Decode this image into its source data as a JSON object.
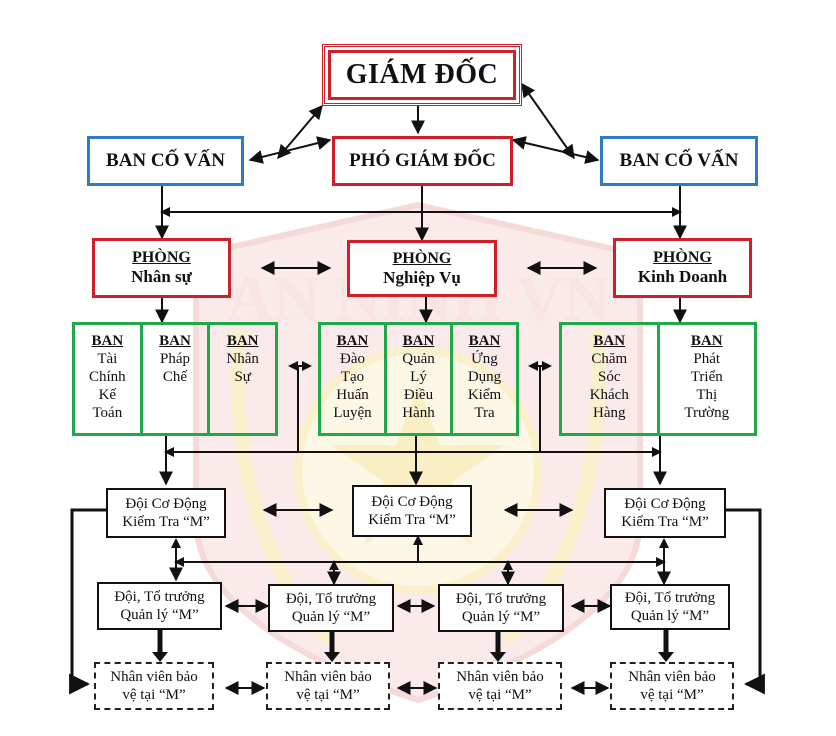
{
  "watermark": {
    "text": "AN NINH VN"
  },
  "giam_doc": "GIÁM ĐỐC",
  "pho_giam_doc": "PHÓ GIÁM ĐỐC",
  "ban_co_van_left": "BAN CỐ VẤN",
  "ban_co_van_right": "BAN CỐ VẤN",
  "phong": [
    {
      "head": "PHÒNG",
      "name": "Nhân sự"
    },
    {
      "head": "PHÒNG",
      "name": "Nghiệp Vụ"
    },
    {
      "head": "PHÒNG",
      "name": "Kinh Doanh"
    }
  ],
  "ban_groups": [
    [
      {
        "head": "BAN",
        "lines": [
          "Tài",
          "Chính",
          "Kế",
          "Toán"
        ]
      },
      {
        "head": "BAN",
        "lines": [
          "Pháp",
          "Chế"
        ]
      },
      {
        "head": "BAN",
        "lines": [
          "Nhân",
          "Sự"
        ]
      }
    ],
    [
      {
        "head": "BAN",
        "lines": [
          "Đào",
          "Tạo",
          "Huấn",
          "Luyện"
        ]
      },
      {
        "head": "BAN",
        "lines": [
          "Quản",
          "Lý",
          "Điều",
          "Hành"
        ]
      },
      {
        "head": "BAN",
        "lines": [
          "Ứng",
          "Dụng",
          "Kiểm",
          "Tra"
        ]
      }
    ],
    [
      {
        "head": "BAN",
        "lines": [
          "Chăm",
          "Sóc",
          "Khách",
          "Hàng"
        ]
      },
      {
        "head": "BAN",
        "lines": [
          "Phát",
          "Triển",
          "Thị",
          "Trường"
        ]
      }
    ]
  ],
  "doi_co_dong": [
    {
      "line1": "Đội Cơ Động",
      "line2": "Kiểm Tra “M”"
    },
    {
      "line1": "Đội Cơ Động",
      "line2": "Kiểm Tra “M”"
    },
    {
      "line1": "Đội Cơ Động",
      "line2": "Kiểm Tra “M”"
    }
  ],
  "to_truong": [
    {
      "line1": "Đội, Tổ trưởng",
      "line2": "Quản lý “M”"
    },
    {
      "line1": "Đội, Tổ trưởng",
      "line2": "Quản lý “M”"
    },
    {
      "line1": "Đội, Tổ trưởng",
      "line2": "Quản lý “M”"
    },
    {
      "line1": "Đội, Tổ trưởng",
      "line2": "Quản lý “M”"
    }
  ],
  "nhan_vien": [
    {
      "line1": "Nhân viên bảo",
      "line2": "vệ tại “M”"
    },
    {
      "line1": "Nhân viên bảo",
      "line2": "vệ tại “M”"
    },
    {
      "line1": "Nhân viên bảo",
      "line2": "vệ tại “M”"
    },
    {
      "line1": "Nhân viên bảo",
      "line2": "vệ tại “M”"
    }
  ],
  "colors": {
    "red": "#d0202a",
    "blue": "#2f7cc4",
    "green": "#21a84a",
    "watermark_red": "#e8a0a0",
    "watermark_gold": "#f2dc7a"
  }
}
